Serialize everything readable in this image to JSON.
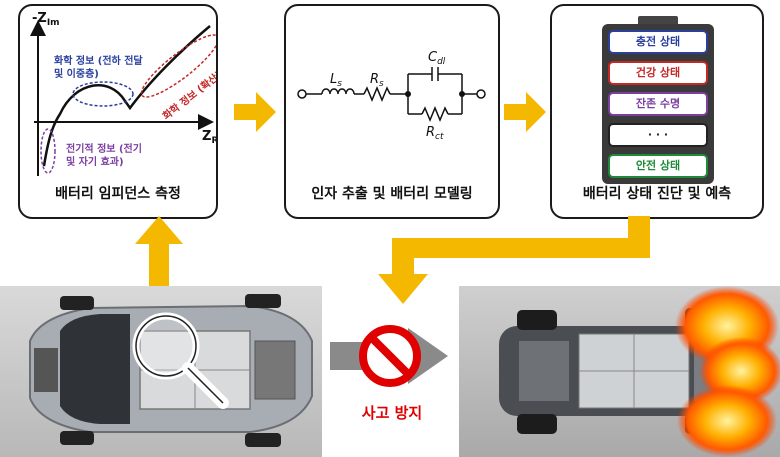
{
  "panels": {
    "impedance": {
      "caption": "배터리 임피던스 측정",
      "y_axis": "-Z",
      "y_axis_sub": "Im",
      "x_axis": "Z",
      "x_axis_sub": "Re",
      "chem_label_line1": "화학 정보 (전하 전달",
      "chem_label_line2": "및 이중층)",
      "diffusion_label": "화학 정보 (확산)",
      "elec_label_line1": "전기적 정보 (전기",
      "elec_label_line2": "및 자기 효과)"
    },
    "modeling": {
      "caption": "인자 추출 및 배터리 모델링",
      "ls": "L",
      "ls_sub": "s",
      "rs": "R",
      "rs_sub": "s",
      "cdl": "C",
      "cdl_sub": "dl",
      "rct": "R",
      "rct_sub": "ct"
    },
    "diagnosis": {
      "caption": "배터리 상태 진단 및 예측",
      "states": [
        {
          "label": "충전 상태",
          "color": "#2a3f9e"
        },
        {
          "label": "건강 상태",
          "color": "#c62828"
        },
        {
          "label": "잔존 수명",
          "color": "#7b3fa0"
        },
        {
          "label": "· · ·",
          "color": "#222222"
        },
        {
          "label": "안전 상태",
          "color": "#1e8a3a"
        }
      ]
    }
  },
  "accident_prevention": "사고 방지",
  "colors": {
    "arrow": "#f5b800",
    "prohibit": "#e00000",
    "state_blue": "#2a3f9e",
    "state_red": "#c62828",
    "state_purple": "#7b3fa0",
    "state_green": "#1e8a3a"
  },
  "icons": [
    "magnifier-icon",
    "prohibition-icon",
    "fire-icon",
    "capacitor-icon",
    "resistor-icon",
    "inductor-icon"
  ]
}
